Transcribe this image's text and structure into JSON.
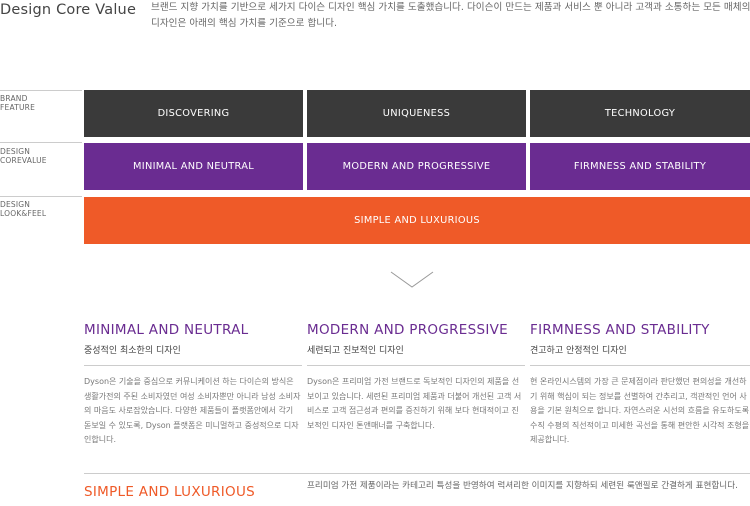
{
  "header": {
    "title": "Design Core Value",
    "intro": "브랜드 지향 가치를 기반으로 세가지 다이슨 디자인 핵심 가치를 도출했습니다. 다이슨이 만드는 제품과 서비스 뿐 아니라 고객과 소통하는 모든 매체의 디자인은 아래의 핵심 가치를 기준으로 합니다."
  },
  "rows": {
    "brand_label": [
      "BRAND",
      "FEATURE"
    ],
    "core_label": [
      "DESIGN",
      "COREVALUE"
    ],
    "look_label": [
      "DESIGN",
      "LOOK&FEEL"
    ]
  },
  "brand_features": [
    "DISCOVERING",
    "UNIQUENESS",
    "TECHNOLOGY"
  ],
  "core_values": [
    "MINIMAL AND NEUTRAL",
    "MODERN AND PROGRESSIVE",
    "FIRMNESS AND STABILITY"
  ],
  "look_feel": "SIMPLE AND LUXURIOUS",
  "columns": [
    {
      "title": "MINIMAL AND NEUTRAL",
      "subtitle": "중성적인 최소한의 디자인",
      "body": "Dyson은 기술을 중심으로 커뮤니케이션 하는 다이슨의 방식은 생활가전의 주된 소비자였던 여성 소비자뿐만 아니라 남성 소비자의 마음도 사로잡았습니다. 다양한 제품들이 플랫폼안에서 각기 돋보일 수 있도록, Dyson 플랫폼은 미니멀하고 중성적으로 디자인합니다."
    },
    {
      "title": "MODERN AND PROGRESSIVE",
      "subtitle": "세련되고 진보적인 디자인",
      "body": "Dyson은 프리미엄 가전 브랜드로 독보적인 디자인의 제품을 선보이고 있습니다. 세련된 프리미엄 제품과 더불어 개선된 고객 서비스로 고객 접근성과 편의를 증진하기 위해 보다 현대적이고 진보적인 디자인 톤앤매너를 구축합니다."
    },
    {
      "title": "FIRMNESS AND STABILITY",
      "subtitle": "견고하고 안정적인 디자인",
      "body": "현 온라인시스템의 가장 큰 문제점이라 판단했던 편의성을 개선하기 위해 핵심이 되는 정보를 선별하여 간추리고, 객관적인 언어 사용을 기본 원칙으로 합니다. 자연스러운 시선의 흐름을 유도하도록 수직 수평의 직선적이고 미세한 곡선을 통해 편안한 시각적 조형을 제공합니다."
    }
  ],
  "simple": {
    "title": "SIMPLE AND LUXURIOUS",
    "desc": "프리미엄 가전 제품이라는 카테고리 특성을 반영하여 럭셔리한 이미지를 지향하되 세련된 룩앤필로 간결하게 표현합니다."
  },
  "colors": {
    "dark": "#3a3a3a",
    "purple": "#6a2c91",
    "orange": "#ef5a28"
  }
}
